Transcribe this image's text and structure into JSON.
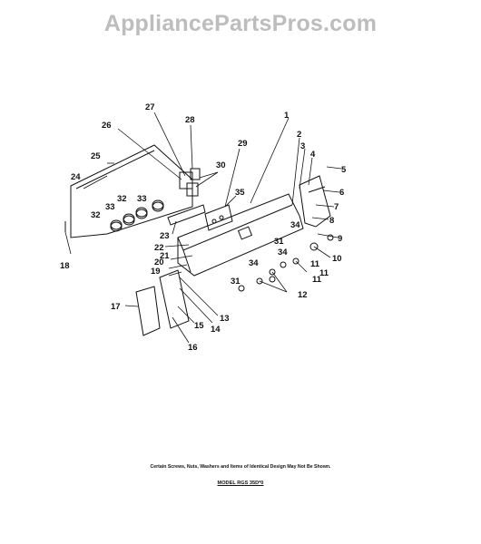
{
  "watermark": "AppliancePartsPros.com",
  "callouts": [
    "1",
    "2",
    "3",
    "4",
    "5",
    "6",
    "7",
    "8",
    "9",
    "10",
    "11",
    "11",
    "11",
    "12",
    "13",
    "14",
    "15",
    "16",
    "17",
    "18",
    "19",
    "20",
    "21",
    "22",
    "23",
    "24",
    "25",
    "26",
    "27",
    "28",
    "29",
    "30",
    "31",
    "31",
    "32",
    "32",
    "33",
    "33",
    "34",
    "34",
    "34",
    "35"
  ],
  "footnote": "Certain Screws, Nuts, Washers and Items of Identical Design May Not Be Shown.",
  "model": "MODEL RGS 35D*0"
}
